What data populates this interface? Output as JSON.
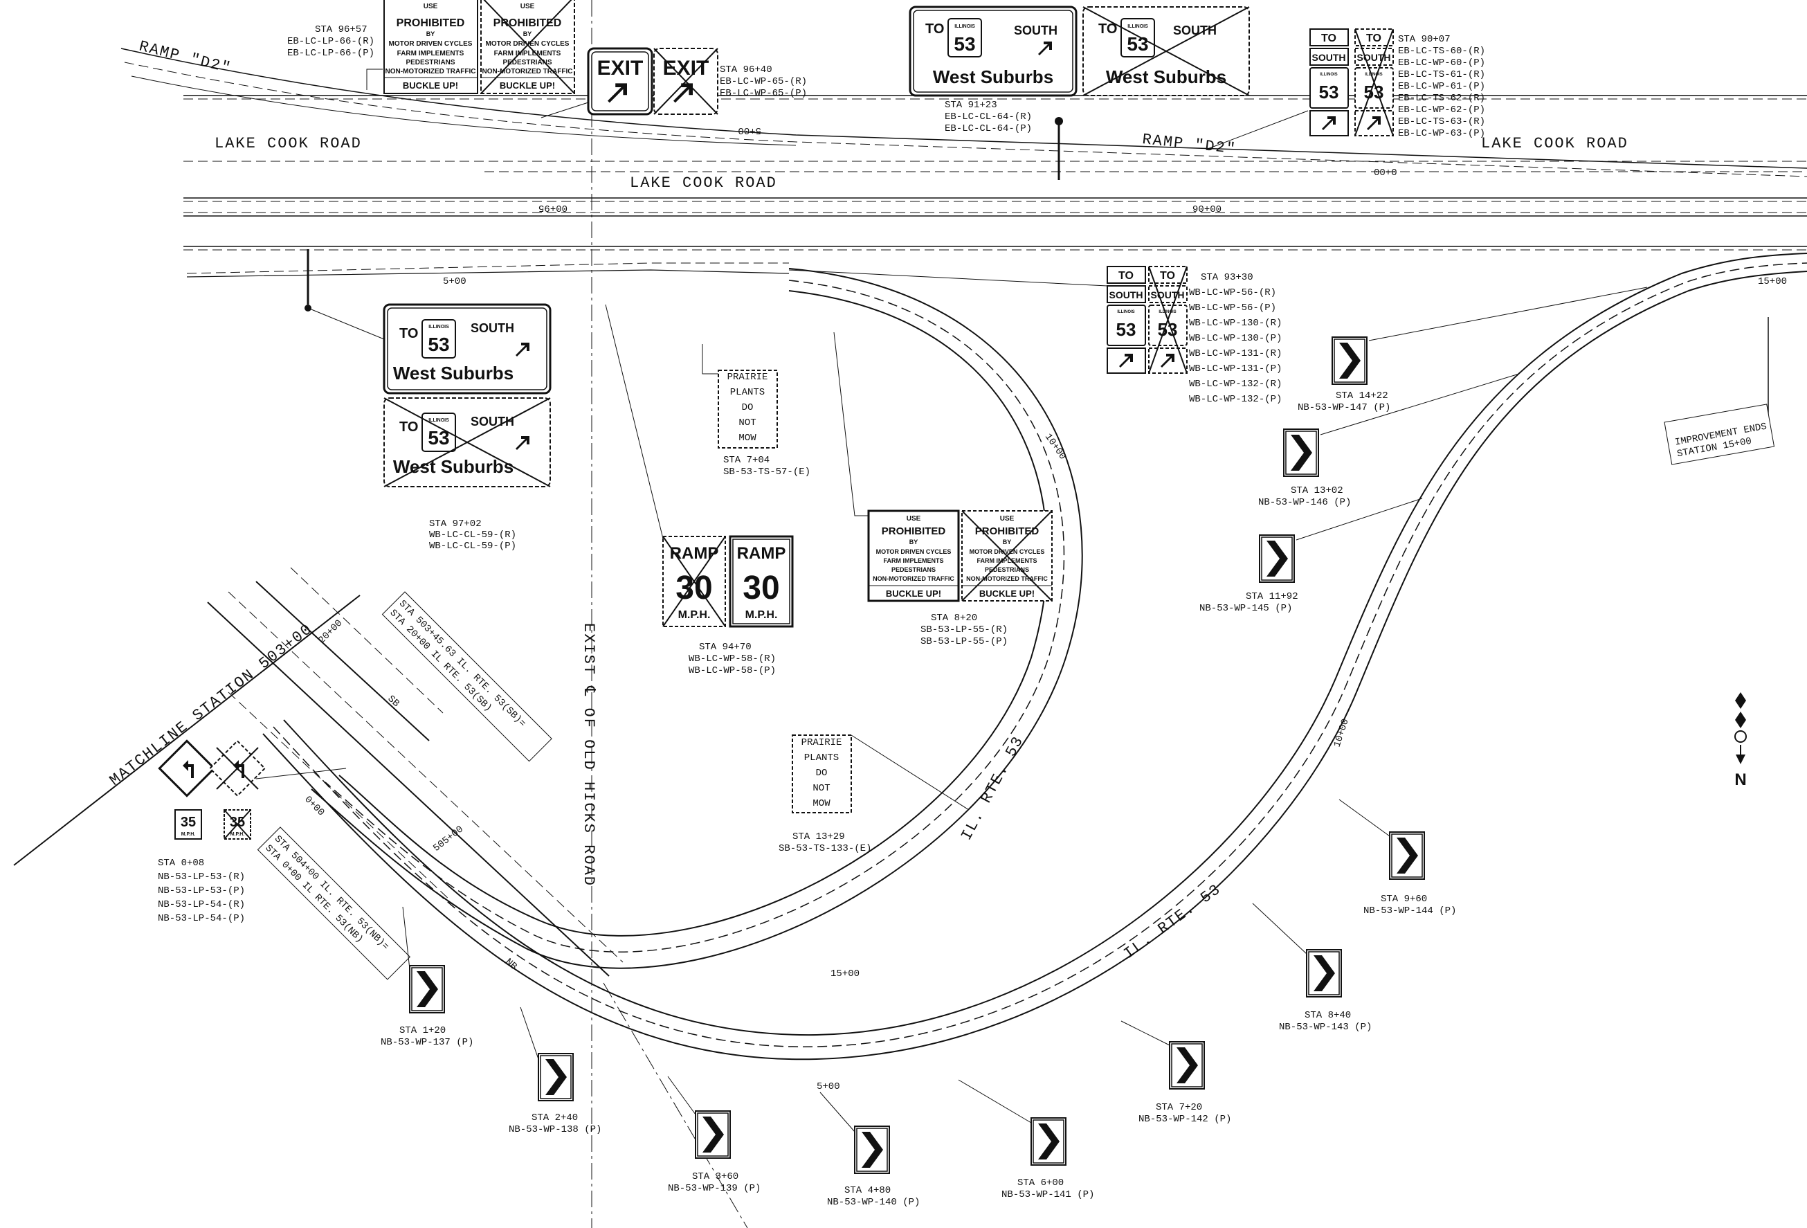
{
  "roads": {
    "lake_cook_1": "LAKE COOK ROAD",
    "lake_cook_2": "LAKE COOK ROAD",
    "lake_cook_3": "LAKE COOK ROAD",
    "ramp_d2_1": "RAMP \"D2\"",
    "ramp_d2_2": "RAMP \"D2\"",
    "old_hicks": "EXIST ℄ OF OLD HICKS ROAD",
    "il53_a": "IL. RTE. 53",
    "il53_b": "IL. RTE. 53",
    "matchline": "MATCHLINE STATION 503+00",
    "improvement": [
      "IMPROVEMENT ENDS",
      "STATION 15+00"
    ],
    "sb": "SB",
    "nb": "NB"
  },
  "stations": {
    "s1": "5+00",
    "s2": "00+95",
    "s3": "00+06",
    "s4": "5+00",
    "s5": "00+0",
    "s6": "15+00",
    "s7": "10+00",
    "s8": "10+00",
    "s9": "15+00",
    "s10": "5+00",
    "s11": "505+00",
    "s12": "20+00",
    "s13": "0+00"
  },
  "offsets": {
    "sb": [
      "STA 503+45.63 IL. RTE. 53(SB)=",
      "STA 20+00 IL RTE. 53(SB)"
    ],
    "nb": [
      "STA 504+00 IL. RTE. 53(NB)=",
      "STA 0+00 IL RTE. 53(NB)"
    ]
  },
  "sign_text": {
    "to": "TO",
    "illinois": "ILLINOIS",
    "route": "53",
    "south": "SOUTH",
    "west_suburbs": "West Suburbs",
    "exit": "EXIT",
    "use": "USE",
    "prohibited": "PROHIBITED",
    "by": "BY",
    "motor": "MOTOR DRIVEN CYCLES",
    "farm": "FARM IMPLEMENTS",
    "ped": "PEDESTRIANS",
    "nonmotor": "NON-MOTORIZED TRAFFIC",
    "buckle": "BUCKLE UP!",
    "ramp": "RAMP",
    "speed30": "30",
    "mph": "M.P.H.",
    "prairie": "PRAIRIE",
    "plants": "PLANTS",
    "do": "DO",
    "not": "NOT",
    "mow": "MOW",
    "speed35": "35",
    "mph_small": "M.P.H.",
    "north": "N"
  },
  "callouts": [
    {
      "lines": [
        "STA 96+57",
        "EB-LC-LP-66-(R)",
        "EB-LC-LP-66-(P)"
      ]
    },
    {
      "lines": [
        "STA 96+40",
        "EB-LC-WP-65-(R)",
        "EB-LC-WP-65-(P)"
      ]
    },
    {
      "lines": [
        "STA 91+23",
        "EB-LC-CL-64-(R)",
        "EB-LC-CL-64-(P)"
      ]
    },
    {
      "lines": [
        "STA 90+07",
        "EB-LC-TS-60-(R)",
        "EB-LC-WP-60-(P)",
        "EB-LC-TS-61-(R)",
        "EB-LC-WP-61-(P)",
        "EB-LC-TS-62-(R)",
        "EB-LC-WP-62-(P)",
        "EB-LC-TS-63-(R)",
        "EB-LC-WP-63-(P)"
      ]
    },
    {
      "lines": [
        "STA 93+30",
        "WB-LC-WP-56-(R)",
        "WB-LC-WP-56-(P)",
        "WB-LC-WP-130-(R)",
        "WB-LC-WP-130-(P)",
        "WB-LC-WP-131-(R)",
        "WB-LC-WP-131-(P)",
        "WB-LC-WP-132-(R)",
        "WB-LC-WP-132-(P)"
      ]
    },
    {
      "lines": [
        "STA 97+02",
        "WB-LC-CL-59-(R)",
        "WB-LC-CL-59-(P)"
      ]
    },
    {
      "lines": [
        "STA 7+04",
        "SB-53-TS-57-(E)"
      ]
    },
    {
      "lines": [
        "STA 94+70",
        "WB-LC-WP-58-(R)",
        "WB-LC-WP-58-(P)"
      ]
    },
    {
      "lines": [
        "STA 8+20",
        "SB-53-LP-55-(R)",
        "SB-53-LP-55-(P)"
      ]
    },
    {
      "lines": [
        "STA 13+29",
        "SB-53-TS-133-(E)"
      ]
    },
    {
      "lines": [
        "STA 0+08",
        "NB-53-LP-53-(R)",
        "NB-53-LP-53-(P)",
        "NB-53-LP-54-(R)",
        "NB-53-LP-54-(P)"
      ]
    },
    {
      "lines": [
        "STA 14+22",
        "NB-53-WP-147 (P)"
      ]
    },
    {
      "lines": [
        "STA 13+02",
        "NB-53-WP-146 (P)"
      ]
    },
    {
      "lines": [
        "STA 11+92",
        "NB-53-WP-145 (P)"
      ]
    },
    {
      "lines": [
        "STA 9+60",
        "NB-53-WP-144 (P)"
      ]
    },
    {
      "lines": [
        "STA 8+40",
        "NB-53-WP-143 (P)"
      ]
    },
    {
      "lines": [
        "STA 7+20",
        "NB-53-WP-142 (P)"
      ]
    },
    {
      "lines": [
        "STA 6+00",
        "NB-53-WP-141 (P)"
      ]
    },
    {
      "lines": [
        "STA 4+80",
        "NB-53-WP-140 (P)"
      ]
    },
    {
      "lines": [
        "STA 3+60",
        "NB-53-WP-139 (P)"
      ]
    },
    {
      "lines": [
        "STA 2+40",
        "NB-53-WP-138 (P)"
      ]
    },
    {
      "lines": [
        "STA 1+20",
        "NB-53-WP-137 (P)"
      ]
    }
  ]
}
